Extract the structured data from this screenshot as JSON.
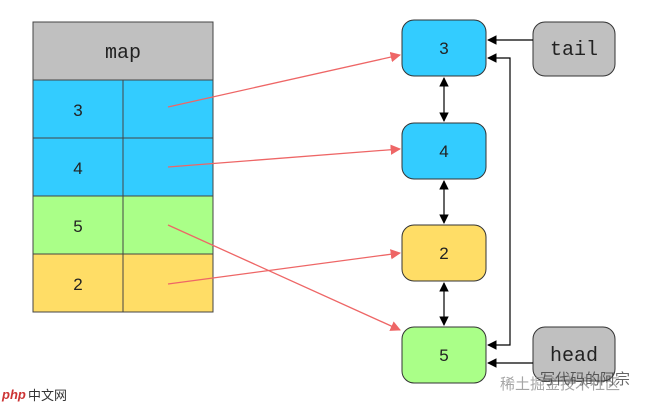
{
  "map": {
    "header": "map",
    "rows": [
      {
        "key": "3",
        "color": "#33ccff"
      },
      {
        "key": "4",
        "color": "#33ccff"
      },
      {
        "key": "5",
        "color": "#aaff88"
      },
      {
        "key": "2",
        "color": "#ffdd66"
      }
    ]
  },
  "list": {
    "nodes": [
      {
        "value": "3",
        "color": "#33ccff"
      },
      {
        "value": "4",
        "color": "#33ccff"
      },
      {
        "value": "2",
        "color": "#ffdd66"
      },
      {
        "value": "5",
        "color": "#aaff88"
      }
    ],
    "tail_label": "tail",
    "head_label": "head",
    "pointer_color": "#c0c0c0"
  },
  "colors": {
    "header_bg": "#c0c0c0",
    "map_arrow": "#ee6666",
    "link_arrow": "#000000"
  },
  "watermark": {
    "left_logo_text": "php",
    "left_site_text": "中文网",
    "right_text": "稀土掘金技术社区",
    "right_text_overlay": "写代码的阿宗"
  }
}
